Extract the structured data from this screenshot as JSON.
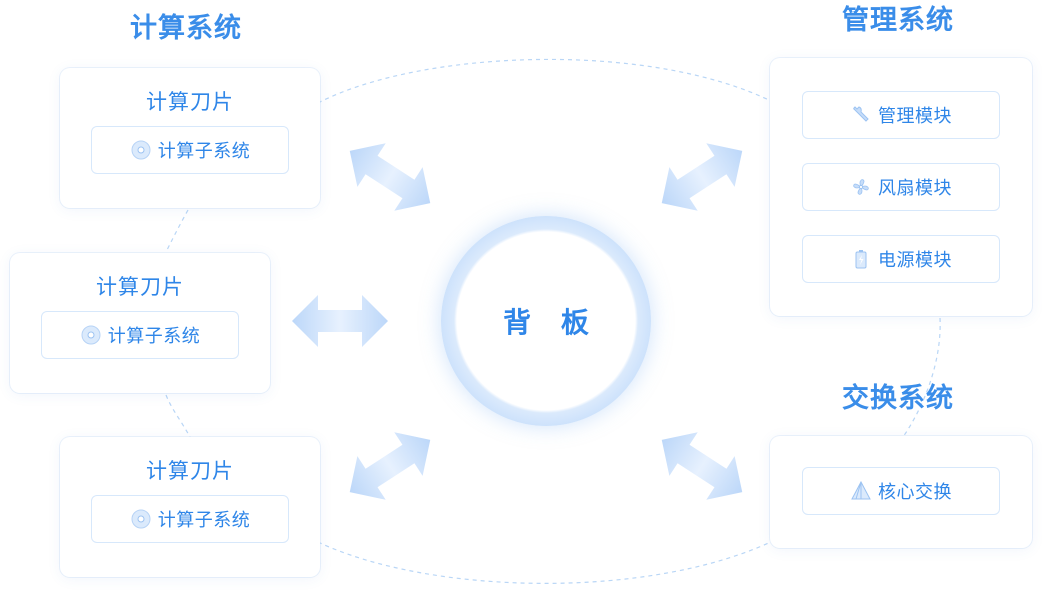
{
  "center": {
    "label": "背 板"
  },
  "compute": {
    "title": "计算系统",
    "blades": [
      {
        "title": "计算刀片",
        "module": "计算子系统",
        "icon": "disc-icon"
      },
      {
        "title": "计算刀片",
        "module": "计算子系统",
        "icon": "disc-icon"
      },
      {
        "title": "计算刀片",
        "module": "计算子系统",
        "icon": "disc-icon"
      }
    ]
  },
  "management": {
    "title": "管理系统",
    "modules": [
      {
        "label": "管理模块",
        "icon": "wrench-icon"
      },
      {
        "label": "风扇模块",
        "icon": "fan-icon"
      },
      {
        "label": "电源模块",
        "icon": "battery-icon"
      }
    ]
  },
  "switching": {
    "title": "交换系统",
    "modules": [
      {
        "label": "核心交换",
        "icon": "pyramid-icon"
      }
    ]
  },
  "colors": {
    "accent": "#2f86e8",
    "module_border": "#d7e8fb",
    "arrow_fill": "#cfe2fb",
    "dash_line": "#b9d6f6"
  }
}
